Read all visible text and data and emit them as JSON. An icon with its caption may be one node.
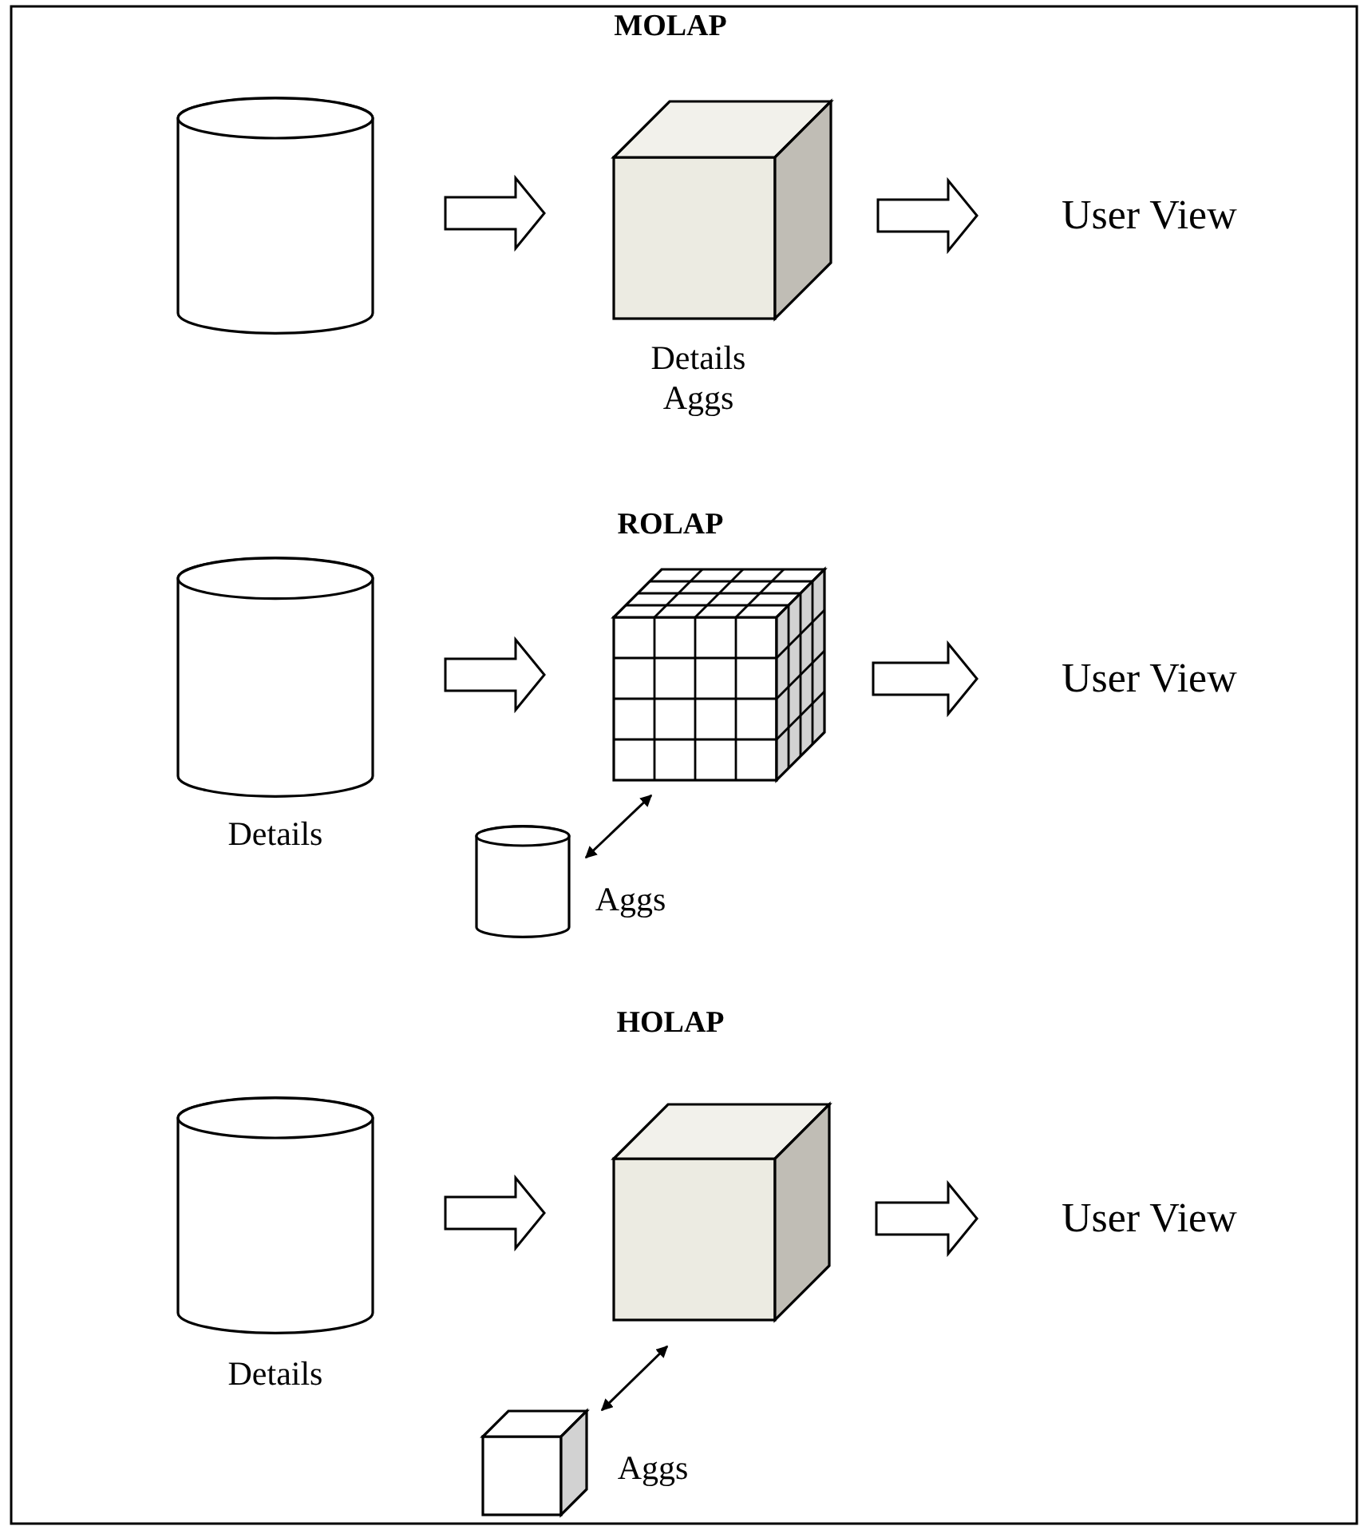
{
  "diagram": {
    "nodes": [
      {
        "text": [],
        "shape": "cylinder"
      },
      {
        "text": [],
        "shape": "cube",
        "beside": [
          "Details Aggs"
        ]
      },
      {
        "text": [
          "User View"
        ]
      },
      {
        "text": [],
        "shape": "cylinder",
        "beside": [
          "Details"
        ]
      },
      {
        "text": [],
        "shape": "cube"
      },
      {
        "text": [
          "User View"
        ]
      },
      {
        "text": [],
        "shape": "cylinder",
        "beside": [
          "Aggs"
        ]
      },
      {
        "text": [],
        "shape": "cylinder",
        "beside": [
          "Details"
        ]
      },
      {
        "text": [],
        "shape": "cube"
      },
      {
        "text": [
          "User View"
        ]
      },
      {
        "text": [],
        "shape": "cube",
        "beside": [
          "Aggs"
        ]
      }
    ],
    "edges": [
      {
        "from": 0,
        "to": 1,
        "arrow": "to"
      },
      {
        "from": 1,
        "to": 2,
        "arrow": "to"
      },
      {
        "from": 3,
        "to": 4,
        "arrow": "to"
      },
      {
        "from": 4,
        "to": 5,
        "arrow": "to"
      },
      {
        "from": 6,
        "to": 4,
        "arrow": "both"
      },
      {
        "from": 7,
        "to": 8,
        "arrow": "to"
      },
      {
        "from": 8,
        "to": 9,
        "arrow": "to"
      },
      {
        "from": 10,
        "to": 8,
        "arrow": "both"
      }
    ],
    "labels": [
      "MOLAP",
      "ROLAP",
      "HOLAP"
    ]
  }
}
